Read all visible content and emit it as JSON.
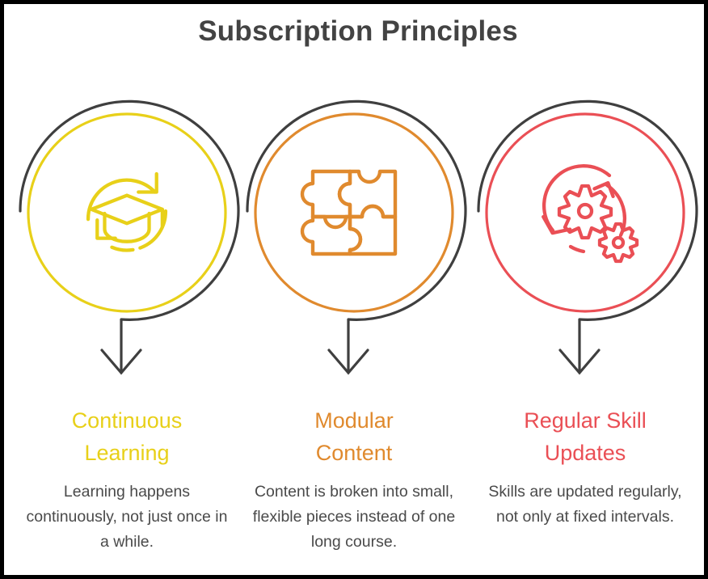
{
  "page": {
    "title": "Subscription Principles",
    "title_color": "#434343",
    "background": "#ffffff",
    "frame_color": "#000000",
    "connector_color": "#3f3f3f",
    "body_text_color": "#4a4a4a"
  },
  "columns": [
    {
      "id": "continuous-learning",
      "icon": "graduation-cap-refresh-icon",
      "icon_label": "Graduation cap with circular refresh arrows",
      "color": "#E8D019",
      "heading": "Continuous Learning",
      "heading_line_1": "Continuous",
      "heading_line_2": "Learning",
      "description": "Learning happens continuously, not just once in a while."
    },
    {
      "id": "modular-content",
      "icon": "jigsaw-puzzle-icon",
      "icon_label": "Four piece jigsaw puzzle square",
      "color": "#E08A2E",
      "heading": "Modular Content",
      "heading_line_1": "Modular",
      "heading_line_2": "Content",
      "description": "Content is broken into small, flexible pieces instead of one long course."
    },
    {
      "id": "regular-skill-updates",
      "icon": "gears-refresh-icon",
      "icon_label": "Two gears with dashed circular refresh arrows",
      "color": "#EA4F55",
      "heading": "Regular Skill Updates",
      "heading_line_1": "Regular Skill",
      "heading_line_2": "Updates",
      "description": "Skills are updated regularly, not only at fixed intervals."
    }
  ]
}
